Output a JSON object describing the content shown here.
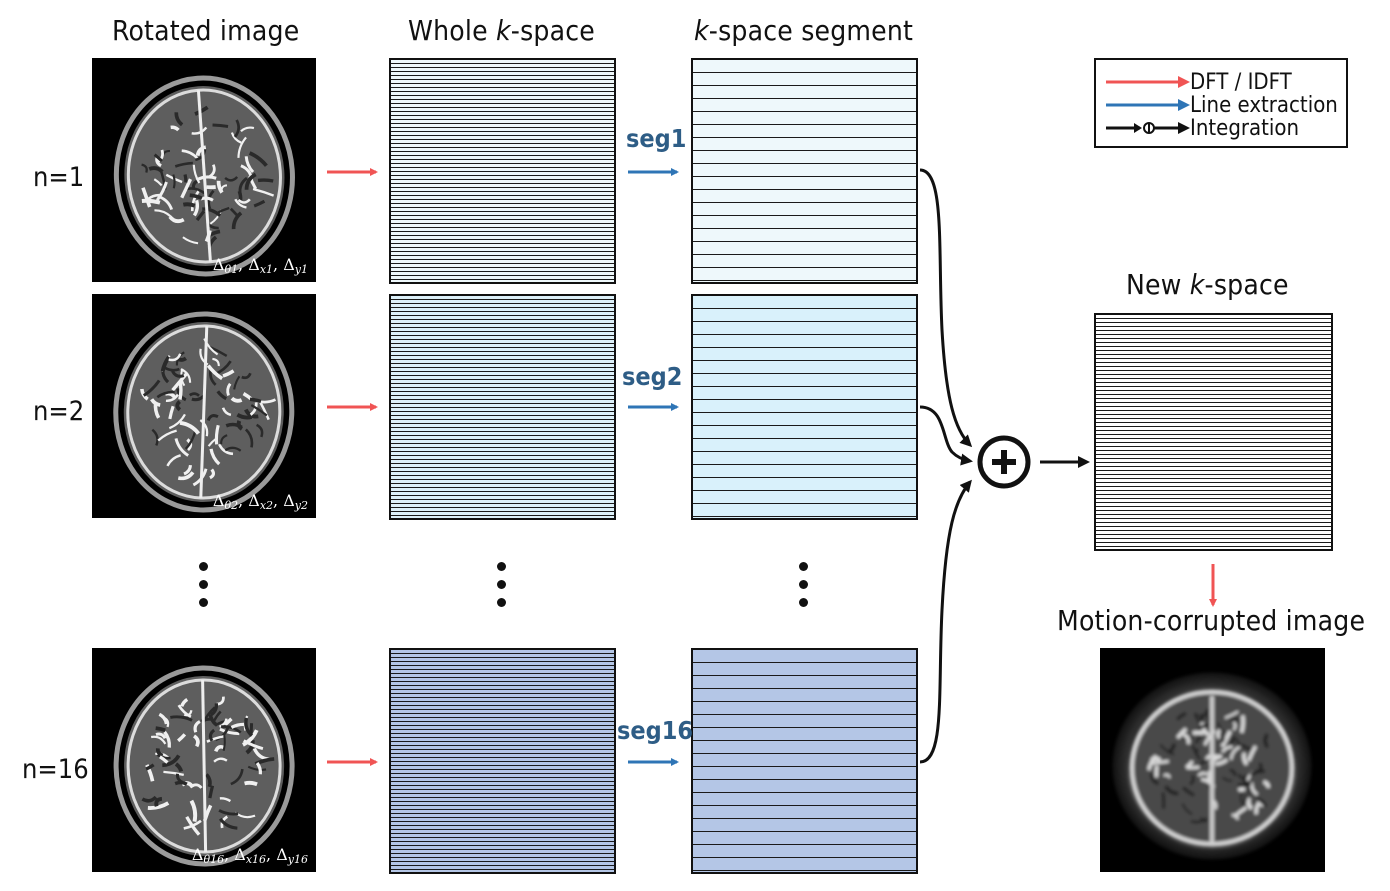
{
  "headers": {
    "rotated_image": "Rotated image",
    "whole_kspace_pre": "Whole ",
    "whole_kspace_k": "k",
    "whole_kspace_post": "-space",
    "segment_k": "k",
    "segment_post": "-space segment",
    "new_kspace_pre": "New ",
    "new_kspace_k": "k",
    "new_kspace_post": "-space",
    "motion_corrupted": "Motion-corrupted image"
  },
  "rows": [
    {
      "label": "n=1",
      "seg": "seg1",
      "param_theta": "θ1",
      "param_x": "x1",
      "param_y": "y1"
    },
    {
      "label": "n=2",
      "seg": "seg2",
      "param_theta": "θ2",
      "param_x": "x2",
      "param_y": "y2"
    },
    {
      "label": "n=16",
      "seg": "seg16",
      "param_theta": "θ16",
      "param_x": "x16",
      "param_y": "y16"
    }
  ],
  "legend": {
    "dft": "DFT / IDFT",
    "line_extraction": "Line extraction",
    "integration": "Integration"
  },
  "colors": {
    "dft_arrow": "#f05454",
    "extraction_arrow": "#2e75b6",
    "kspace_row1": "#eef8fb",
    "kspace_row2": "#ddf1fa",
    "kspace_row16": "#b4c6e6",
    "segment_row1": "#eef8fb",
    "segment_row2": "#d9f1fb",
    "segment_row16": "#b4c6e6",
    "new_kspace": "#ffffff"
  },
  "icons": {
    "plus": "circled-plus-icon",
    "delta": "Δ"
  }
}
